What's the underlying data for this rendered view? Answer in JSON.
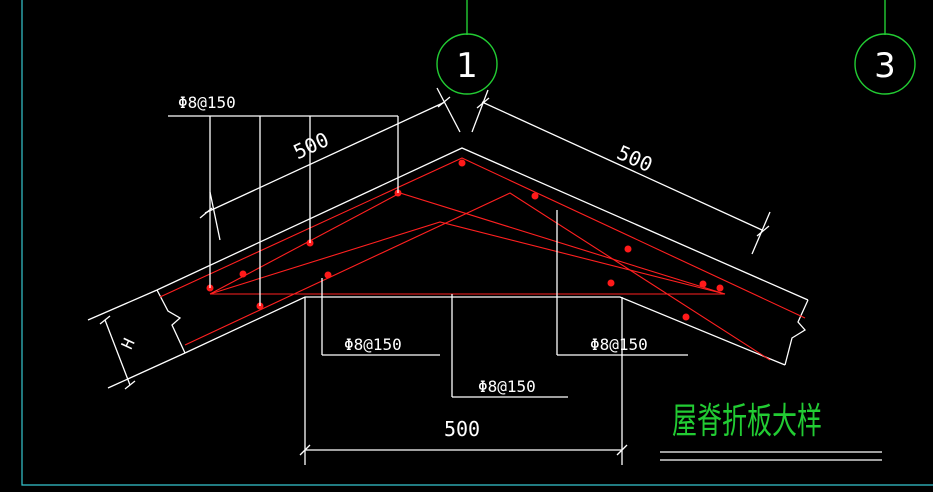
{
  "axes": [
    {
      "label": "1"
    },
    {
      "label": "3"
    }
  ],
  "dimensions": {
    "left_slope": "500",
    "right_slope": "500",
    "bottom": "500",
    "thickness": "H"
  },
  "rebar_labels": {
    "top_left": "Φ8@150",
    "middle_left": "Φ8@150",
    "middle_bottom": "Φ8@150",
    "right": "Φ8@150"
  },
  "title": "屋脊折板大样",
  "colors": {
    "background": "#000000",
    "outline": "#ffffff",
    "rebar": "#ff2020",
    "axis": "#22cc33",
    "frame": "#35c7d0"
  }
}
